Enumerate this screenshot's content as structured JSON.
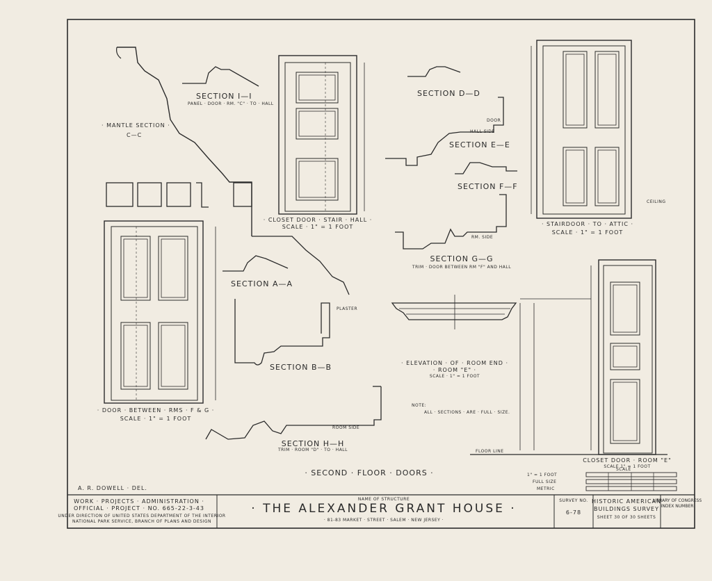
{
  "sheet_title": "· SECOND · FLOOR · DOORS ·",
  "drawings": {
    "mantle_section": "· MANTLE SECTION ·",
    "mantle_section_sub": "C—C",
    "section_i": "SECTION I—I",
    "section_i_sub": "PANEL · DOOR · RM. \"C\" · TO · HALL",
    "closet_door": "· CLOSET DOOR · STAIR · HALL ·",
    "closet_door_scale": "SCALE · 1\" = 1 FOOT",
    "section_d": "SECTION D—D",
    "section_e": "SECTION E—E",
    "section_f": "SECTION F—F",
    "section_g": "SECTION G—G",
    "section_g_sub": "TRIM · DOOR BETWEEN RM \"F\" AND HALL",
    "stairdoor": "· STAIRDOOR · TO · ATTIC ·",
    "stairdoor_scale": "SCALE · 1\" = 1 FOOT",
    "section_a": "SECTION A—A",
    "section_b": "SECTION B—B",
    "door_between": "· DOOR · BETWEEN · RMS · F & G ·",
    "door_between_scale": "SCALE · 1\" = 1 FOOT",
    "elevation": "· ELEVATION · OF · ROOM END ·",
    "elevation_sub": "· ROOM \"E\" ·",
    "elevation_scale": "SCALE · 1\" = 1 FOOT",
    "note_head": "NOTE:",
    "note_body": "ALL · SECTIONS · ARE · FULL · SIZE.",
    "section_h": "SECTION H—H",
    "section_h_sub": "TRIM · ROOM \"D\" · TO · HALL",
    "closet_door_e": "CLOSET DOOR · ROOM \"E\"",
    "closet_door_e_scale": "SCALE 1\" = 1 FOOT",
    "floor_line": "FLOOR LINE",
    "ceiling": "CEILING",
    "hall_side": "HALL SIDE",
    "door_text": "DOOR",
    "rm_side": "RM. SIDE",
    "room_side": "ROOM SIDE",
    "plaster": "PLASTER"
  },
  "scale_bar": {
    "title": "SCALE",
    "rows": [
      "1\" = 1 FOOT",
      "FULL SIZE",
      "METRIC"
    ]
  },
  "credit": "A. R. DOWELL · DEL.",
  "title_block": {
    "agency_1": "WORK · PROJECTS · ADMINISTRATION ·",
    "agency_2": "OFFICIAL · PROJECT · NO. 665-22-3-43",
    "agency_3": "UNDER DIRECTION OF UNITED STATES DEPARTMENT OF THE INTERIOR",
    "agency_4": "NATIONAL PARK SERVICE, BRANCH OF PLANS AND DESIGN",
    "name_label": "NAME OF STRUCTURE",
    "structure_name": "· THE ALEXANDER GRANT HOUSE ·",
    "address": "· 81-83 MARKET · STREET · SALEM · NEW JERSEY ·",
    "survey_label": "SURVEY NO.",
    "survey_no": "6-78",
    "habs_1": "HISTORIC AMERICAN",
    "habs_2": "BUILDINGS SURVEY",
    "habs_3": "SHEET 30 OF 30 SHEETS",
    "library_1": "LIBRARY OF CONGRESS",
    "library_2": "INDEX NUMBER"
  }
}
